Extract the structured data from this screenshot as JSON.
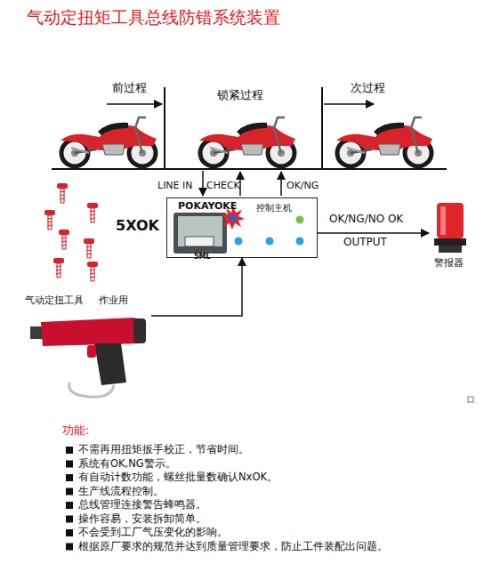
{
  "diagram": {
    "title": "气动定扭矩工具总线防错系统装置",
    "nodes": [
      {
        "text": [
          "POKAYOKE",
          "控制主机"
        ]
      },
      {
        "text": [
          "5ML"
        ],
        "in": 0
      },
      {
        "text": [
          "警报器"
        ]
      },
      {
        "text": [
          "气动定扭工具",
          "作业用"
        ]
      }
    ],
    "edges": [
      {
        "from": 0,
        "to": 2,
        "label": "OK/NG/NO OK",
        "arrow": "to"
      },
      {
        "from": 3,
        "to": 0,
        "arrow": "to"
      }
    ],
    "labels": [
      "前过程",
      "锁紧过程",
      "次过程",
      "LINE IN",
      "CHECK",
      "OK/NG",
      "5XOK",
      "OUTPUT",
      "功能:",
      "不需再用扭矩扳手校正，节省时间。",
      "系统有OK,NG警示。",
      "有自动计数功能，螺丝批量数确认NxOK。",
      "生产线流程控制。",
      "总线管理连接警告蜂鸣器。",
      "操作容易，安装拆卸简单。",
      "不会受到工厂气压变化的影响。",
      "根据原厂要求的规范并达到质量管理要求，防止工件装配出问题。"
    ]
  }
}
